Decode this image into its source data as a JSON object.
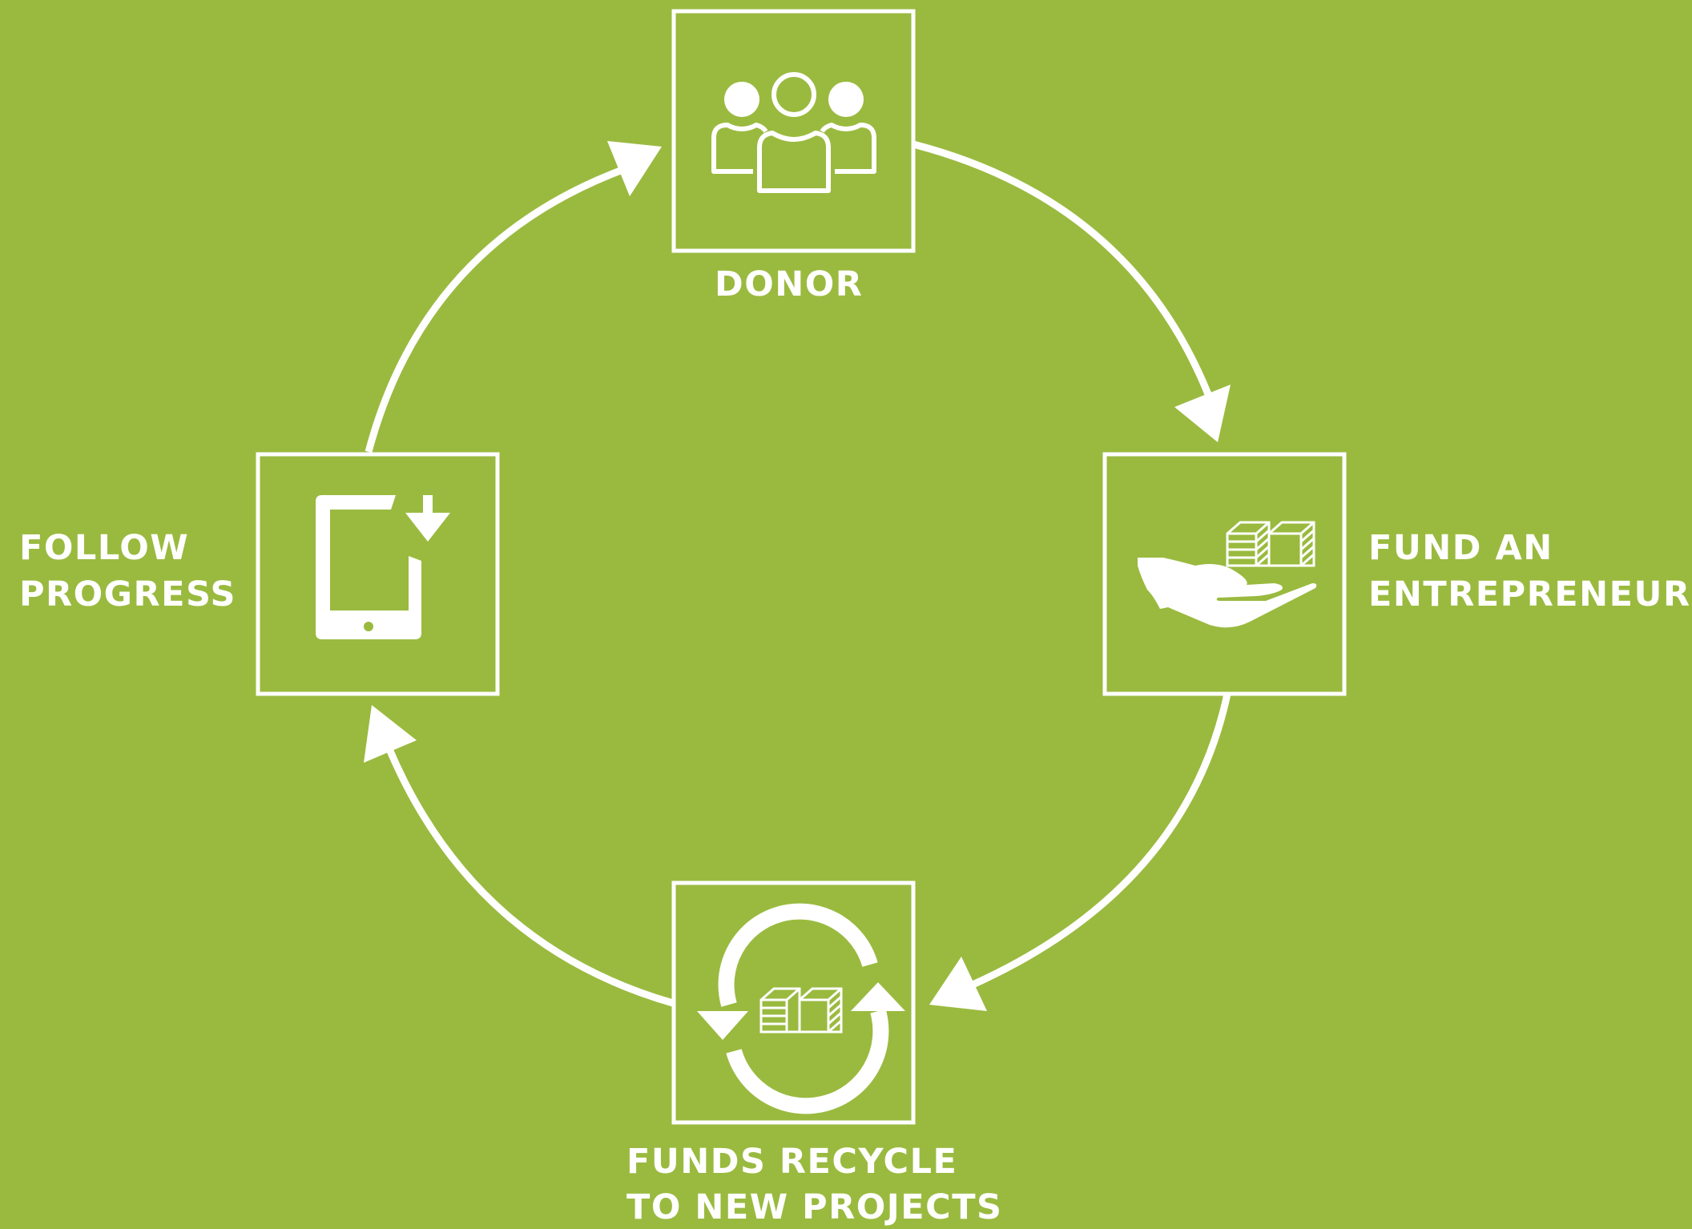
{
  "colors": {
    "background": "#9aba3f",
    "foreground": "#ffffff"
  },
  "nodes": [
    {
      "id": "donor",
      "icon": "people-group-icon",
      "label_lines": [
        "DONOR"
      ]
    },
    {
      "id": "fund",
      "icon": "hand-cash-icon",
      "label_lines": [
        "FUND AN",
        "ENTREPRENEUR"
      ]
    },
    {
      "id": "recycle",
      "icon": "recycle-cash-icon",
      "label_lines": [
        "FUNDS RECYCLE",
        "TO NEW PROJECTS"
      ]
    },
    {
      "id": "follow",
      "icon": "tablet-download-icon",
      "label_lines": [
        "FOLLOW",
        "PROGRESS"
      ]
    }
  ],
  "flow": [
    {
      "from": "donor",
      "to": "fund"
    },
    {
      "from": "fund",
      "to": "recycle"
    },
    {
      "from": "recycle",
      "to": "follow"
    },
    {
      "from": "follow",
      "to": "donor"
    }
  ]
}
